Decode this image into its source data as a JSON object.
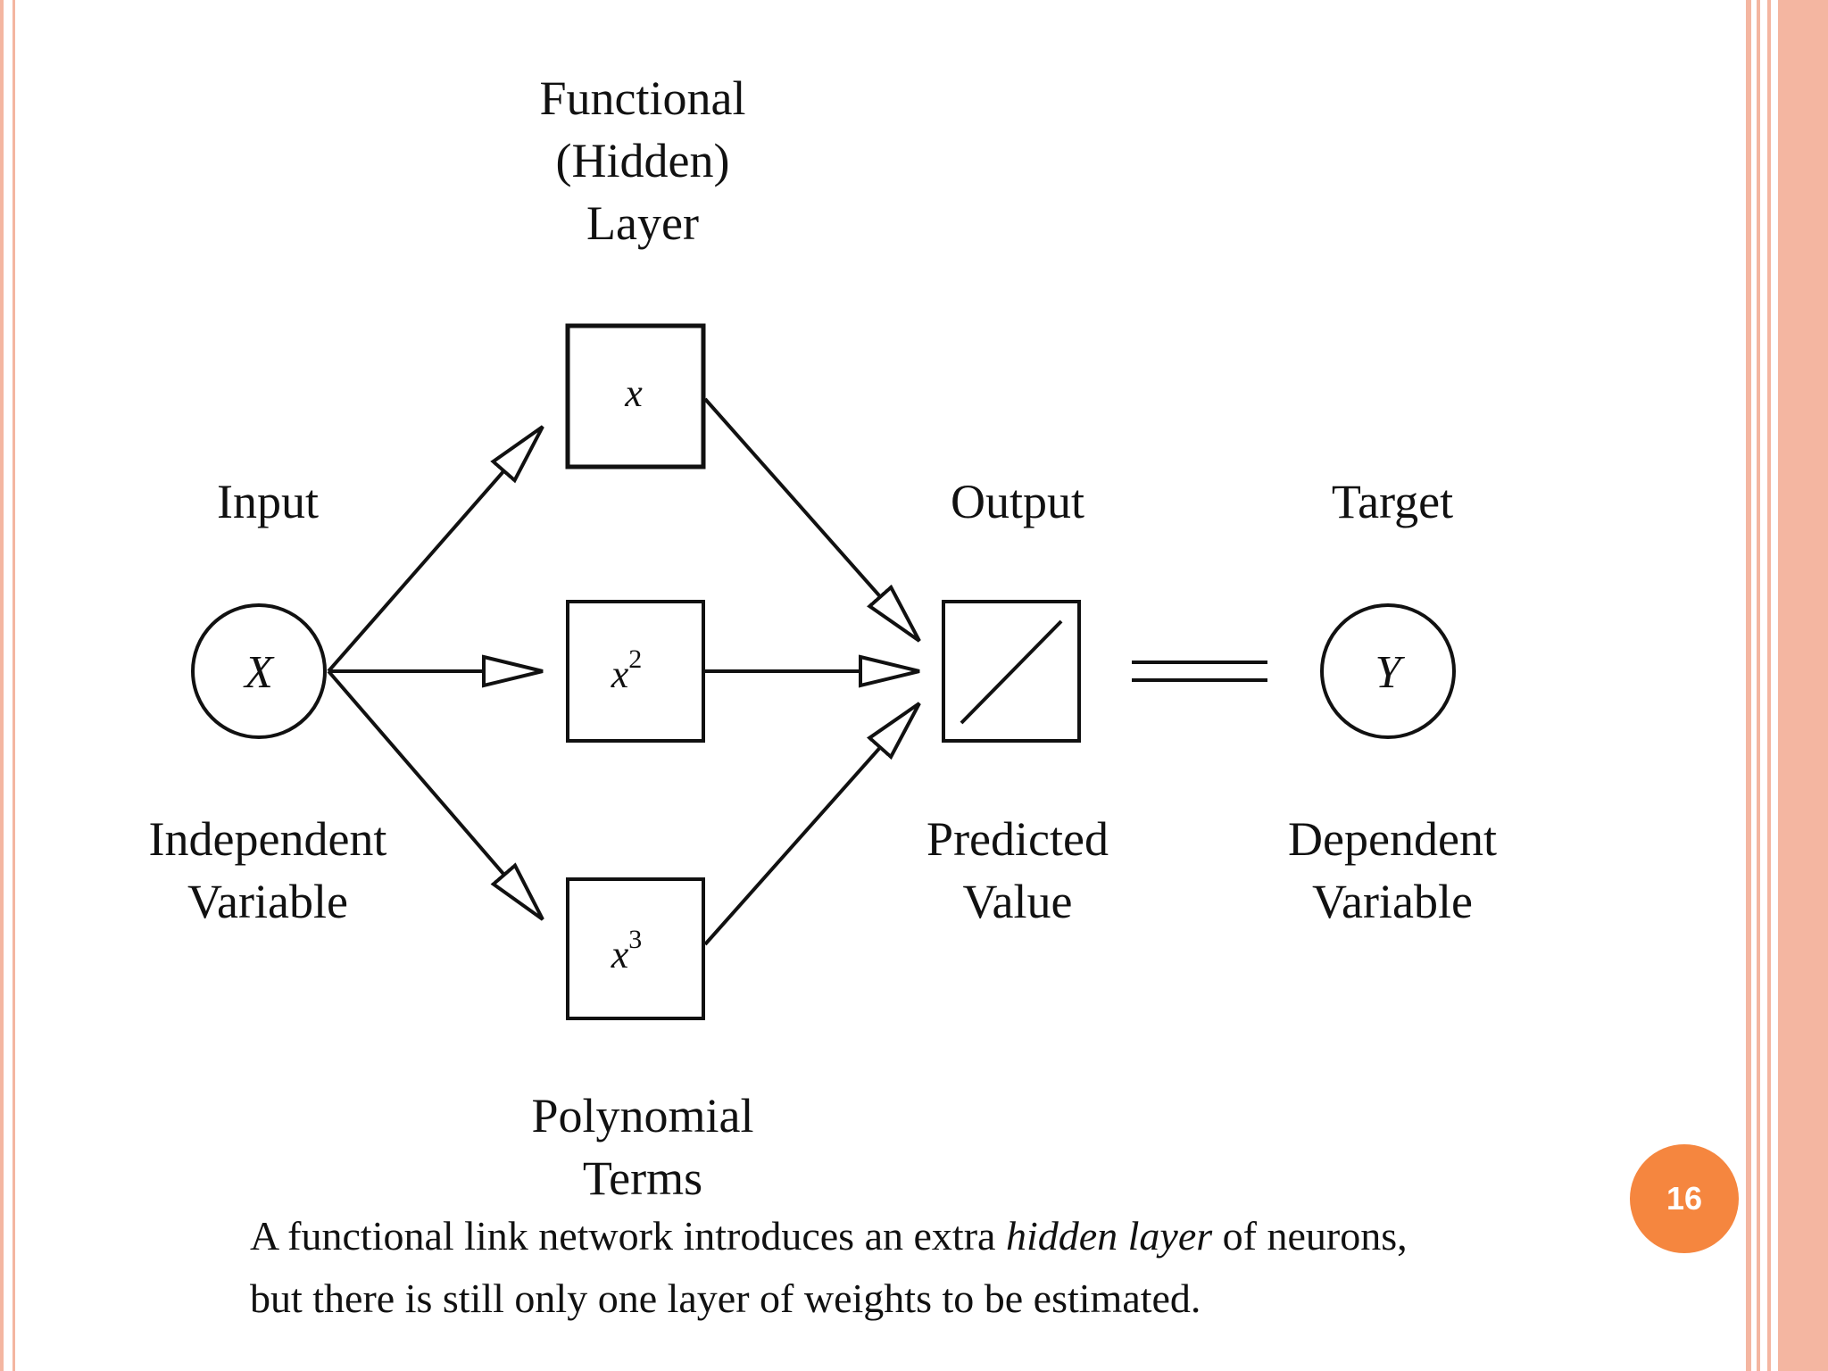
{
  "labels": {
    "hidden_layer": [
      "Functional",
      "(Hidden)",
      "Layer"
    ],
    "input": "Input",
    "output": "Output",
    "target": "Target",
    "independent": [
      "Independent",
      "Variable"
    ],
    "predicted": [
      "Predicted",
      "Value"
    ],
    "dependent": [
      "Dependent",
      "Variable"
    ],
    "polynomial": [
      "Polynomial",
      "Terms"
    ]
  },
  "nodes": {
    "input_symbol": "X",
    "target_symbol": "Y",
    "hidden": [
      {
        "base": "x",
        "exponent": ""
      },
      {
        "base": "x",
        "exponent": "2"
      },
      {
        "base": "x",
        "exponent": "3"
      }
    ]
  },
  "caption": {
    "line1_before": "A functional link network introduces an extra ",
    "line1_emphasis": "hidden layer",
    "line1_after": " of neurons,",
    "line2": "but there is still only one layer of weights to be estimated."
  },
  "page_number": "16",
  "colors": {
    "accent_border": "#f4b6a1",
    "page_badge": "#f5863f",
    "ink": "#111111"
  }
}
